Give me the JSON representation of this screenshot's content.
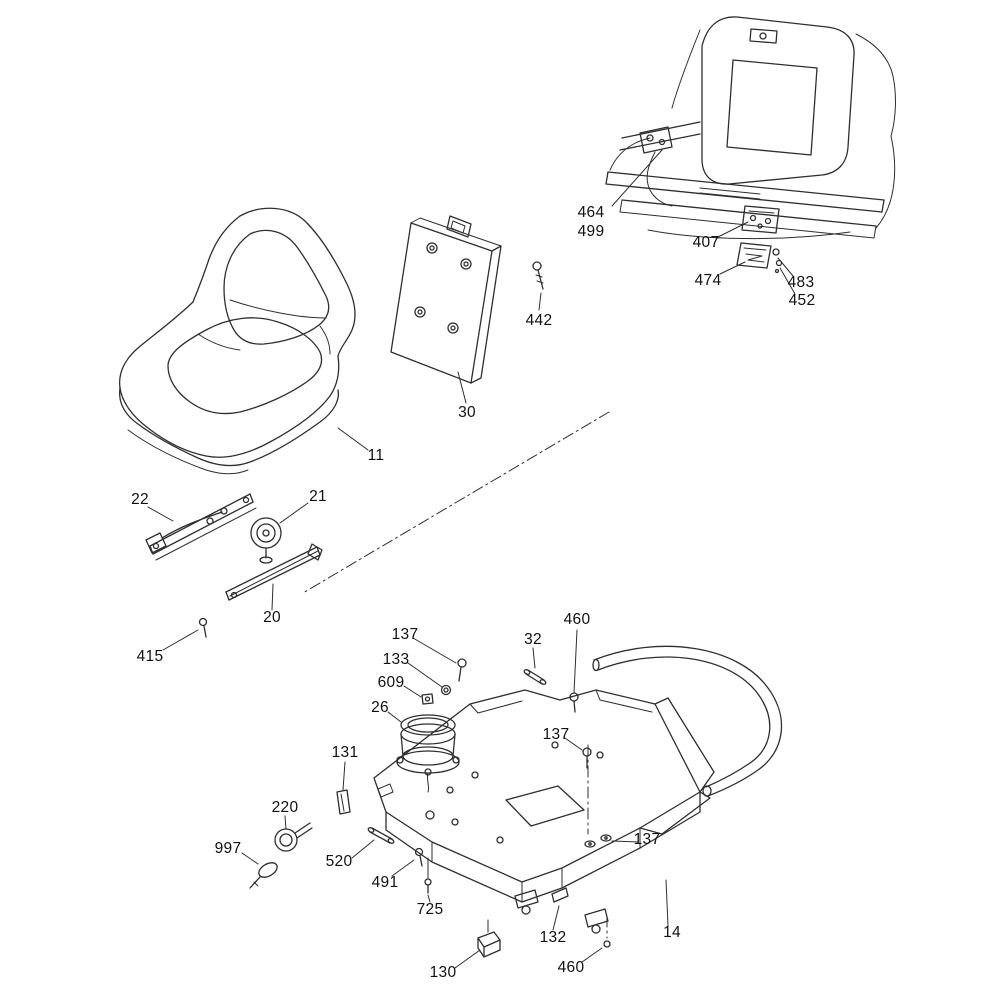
{
  "colors": {
    "ink": "#2e2e2e",
    "background": "#ffffff"
  },
  "labels": [
    "464",
    "499",
    "407",
    "474",
    "483",
    "452",
    "442",
    "30",
    "11",
    "22",
    "21",
    "20",
    "415",
    "137",
    "133",
    "609",
    "26",
    "131",
    "220",
    "997",
    "520",
    "491",
    "725",
    "130",
    "132",
    "32",
    "460",
    "137",
    "137",
    "14",
    "460"
  ]
}
